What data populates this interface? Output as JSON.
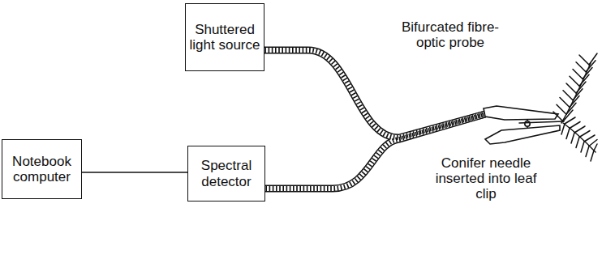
{
  "diagram": {
    "nodes": [
      {
        "text": [
          "Shuttered light source"
        ]
      },
      {
        "text": [
          "Notebook computer"
        ]
      },
      {
        "text": [
          "Spectral detector"
        ]
      }
    ],
    "edges": [
      {
        "from": 1,
        "to": 2,
        "arrow": "none"
      }
    ],
    "labels": [
      "Bifurcated fibre-optic probe",
      "Conifer needle inserted into leaf clip"
    ]
  }
}
